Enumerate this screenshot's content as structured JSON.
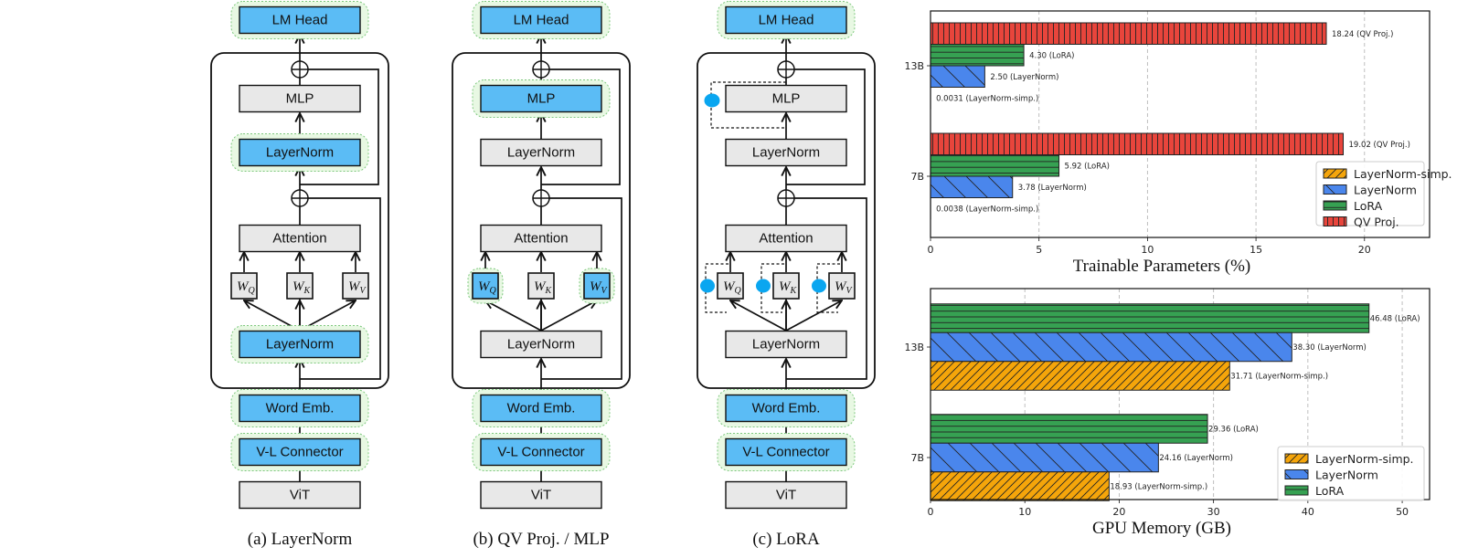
{
  "colors": {
    "trainable_fill": "#5bbcf5",
    "frozen_fill": "#e8e8e8",
    "trainable_halo": "#e8f8e3",
    "halo_stroke": "#7ec87e",
    "lora_dot": "#0aa6f0",
    "series": {
      "LayerNorm-simp.": "#f5a50a",
      "LayerNorm": "#4a86ec",
      "LoRA": "#36a152",
      "QV Proj.": "#e8453c"
    }
  },
  "panels": [
    {
      "id": "a",
      "caption": "(a) LayerNorm",
      "blocks": {
        "lm_head": {
          "label": "LM Head",
          "trainable": true
        },
        "mlp": {
          "label": "MLP",
          "trainable": false
        },
        "ln_top": {
          "label": "LayerNorm",
          "trainable": true
        },
        "attention": {
          "label": "Attention",
          "trainable": false
        },
        "ln_bottom": {
          "label": "LayerNorm",
          "trainable": true
        },
        "word_emb": {
          "label": "Word Emb.",
          "trainable": true
        },
        "vl_connector": {
          "label": "V-L Connector",
          "trainable": true
        },
        "vit": {
          "label": "ViT",
          "trainable": false
        }
      },
      "weights": [
        {
          "label": "W",
          "sub": "Q",
          "trainable": false
        },
        {
          "label": "W",
          "sub": "K",
          "trainable": false
        },
        {
          "label": "W",
          "sub": "V",
          "trainable": false
        }
      ],
      "lora": false
    },
    {
      "id": "b",
      "caption": "(b) QV Proj. / MLP",
      "blocks": {
        "lm_head": {
          "label": "LM Head",
          "trainable": true
        },
        "mlp": {
          "label": "MLP",
          "trainable": true
        },
        "ln_top": {
          "label": "LayerNorm",
          "trainable": false
        },
        "attention": {
          "label": "Attention",
          "trainable": false
        },
        "ln_bottom": {
          "label": "LayerNorm",
          "trainable": false
        },
        "word_emb": {
          "label": "Word Emb.",
          "trainable": true
        },
        "vl_connector": {
          "label": "V-L Connector",
          "trainable": true
        },
        "vit": {
          "label": "ViT",
          "trainable": false
        }
      },
      "weights": [
        {
          "label": "W",
          "sub": "Q",
          "trainable": true
        },
        {
          "label": "W",
          "sub": "K",
          "trainable": false
        },
        {
          "label": "W",
          "sub": "V",
          "trainable": true
        }
      ],
      "lora": false
    },
    {
      "id": "c",
      "caption": "(c) LoRA",
      "blocks": {
        "lm_head": {
          "label": "LM Head",
          "trainable": true
        },
        "mlp": {
          "label": "MLP",
          "trainable": false
        },
        "ln_top": {
          "label": "LayerNorm",
          "trainable": false
        },
        "attention": {
          "label": "Attention",
          "trainable": false
        },
        "ln_bottom": {
          "label": "LayerNorm",
          "trainable": false
        },
        "word_emb": {
          "label": "Word Emb.",
          "trainable": true
        },
        "vl_connector": {
          "label": "V-L Connector",
          "trainable": true
        },
        "vit": {
          "label": "ViT",
          "trainable": false
        }
      },
      "weights": [
        {
          "label": "W",
          "sub": "Q",
          "trainable": false
        },
        {
          "label": "W",
          "sub": "K",
          "trainable": false
        },
        {
          "label": "W",
          "sub": "V",
          "trainable": false
        }
      ],
      "lora": true
    }
  ],
  "chart_data": [
    {
      "type": "bar",
      "orientation": "horizontal",
      "title": "",
      "xlabel": "Trainable Parameters (%)",
      "ylabel": "",
      "categories": [
        "13B",
        "7B"
      ],
      "xlim": [
        0,
        23
      ],
      "xticks": [
        0,
        5,
        10,
        15,
        20
      ],
      "grid": "x-dashed",
      "legend_position": "lower-right",
      "legend": [
        "LayerNorm-simp.",
        "LayerNorm",
        "LoRA",
        "QV Proj."
      ],
      "series": [
        {
          "name": "QV Proj.",
          "hatch": "vertical",
          "values": [
            18.24,
            19.02
          ],
          "labels": [
            "18.24  (QV Proj.)",
            "19.02  (QV Proj.)"
          ]
        },
        {
          "name": "LoRA",
          "hatch": "horizontal",
          "values": [
            4.3,
            5.92
          ],
          "labels": [
            "4.30   (LoRA)",
            "5.92   (LoRA)"
          ]
        },
        {
          "name": "LayerNorm",
          "hatch": "backslash",
          "values": [
            2.5,
            3.78
          ],
          "labels": [
            "2.50   (LayerNorm)",
            "3.78   (LayerNorm)"
          ]
        },
        {
          "name": "LayerNorm-simp.",
          "hatch": "slash",
          "values": [
            0.0031,
            0.0038
          ],
          "labels": [
            "0.0031   (LayerNorm-simp.)",
            "0.0038   (LayerNorm-simp.)"
          ]
        }
      ]
    },
    {
      "type": "bar",
      "orientation": "horizontal",
      "title": "",
      "xlabel": "GPU Memory (GB)",
      "ylabel": "",
      "categories": [
        "13B",
        "7B"
      ],
      "xlim": [
        0,
        52.9
      ],
      "xticks": [
        0,
        10,
        20,
        30,
        40,
        50
      ],
      "grid": "x-dashed",
      "legend_position": "lower-right",
      "legend": [
        "LayerNorm-simp.",
        "LayerNorm",
        "LoRA"
      ],
      "series": [
        {
          "name": "LoRA",
          "hatch": "horizontal",
          "values": [
            46.48,
            29.36
          ],
          "labels": [
            "46.48  (LoRA)",
            "29.36  (LoRA)"
          ]
        },
        {
          "name": "LayerNorm",
          "hatch": "backslash",
          "values": [
            38.3,
            24.16
          ],
          "labels": [
            "38.30  (LayerNorm)",
            "24.16  (LayerNorm)"
          ]
        },
        {
          "name": "LayerNorm-simp.",
          "hatch": "slash",
          "values": [
            31.71,
            18.93
          ],
          "labels": [
            "31.71  (LayerNorm-simp.)",
            "18.93  (LayerNorm-simp.)"
          ]
        }
      ]
    }
  ]
}
